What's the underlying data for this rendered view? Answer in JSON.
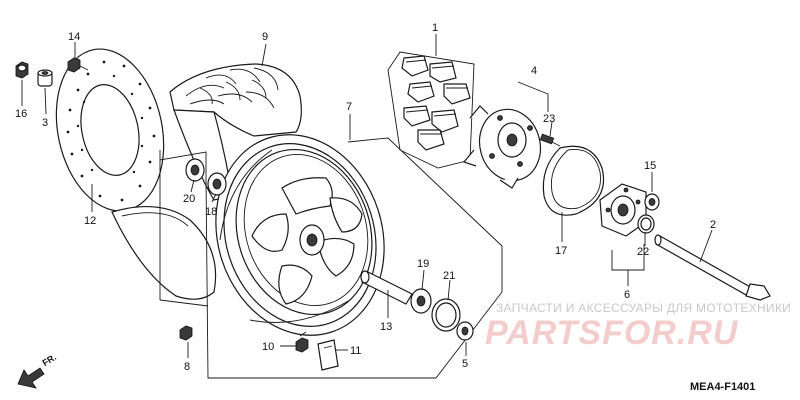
{
  "diagram": {
    "callouts": [
      {
        "id": "p1",
        "text": "1"
      },
      {
        "id": "p2",
        "text": "2"
      },
      {
        "id": "p3",
        "text": "3"
      },
      {
        "id": "p4",
        "text": "4"
      },
      {
        "id": "p5",
        "text": "5"
      },
      {
        "id": "p6",
        "text": "6"
      },
      {
        "id": "p7",
        "text": "7"
      },
      {
        "id": "p8",
        "text": "8"
      },
      {
        "id": "p9",
        "text": "9"
      },
      {
        "id": "p10",
        "text": "10"
      },
      {
        "id": "p11",
        "text": "11"
      },
      {
        "id": "p12",
        "text": "12"
      },
      {
        "id": "p13",
        "text": "13"
      },
      {
        "id": "p14",
        "text": "14"
      },
      {
        "id": "p15",
        "text": "15"
      },
      {
        "id": "p16",
        "text": "16"
      },
      {
        "id": "p17",
        "text": "17"
      },
      {
        "id": "p18",
        "text": "18"
      },
      {
        "id": "p19",
        "text": "19"
      },
      {
        "id": "p20",
        "text": "20"
      },
      {
        "id": "p21",
        "text": "21"
      },
      {
        "id": "p22",
        "text": "22"
      },
      {
        "id": "p23",
        "text": "23"
      }
    ],
    "front_indicator": "FR.",
    "diagram_code": "MEA4-F1401"
  },
  "watermark": {
    "tagline": "ЗАПЧАСТИ И АКСЕССУАРЫ ДЛЯ МОТОТЕХНИКИ",
    "brand": "PARTSFOR.RU"
  },
  "colors": {
    "line": "#1a1a1a",
    "watermark_text": "#c8c8c8",
    "watermark_brand": "#f3cccc"
  }
}
